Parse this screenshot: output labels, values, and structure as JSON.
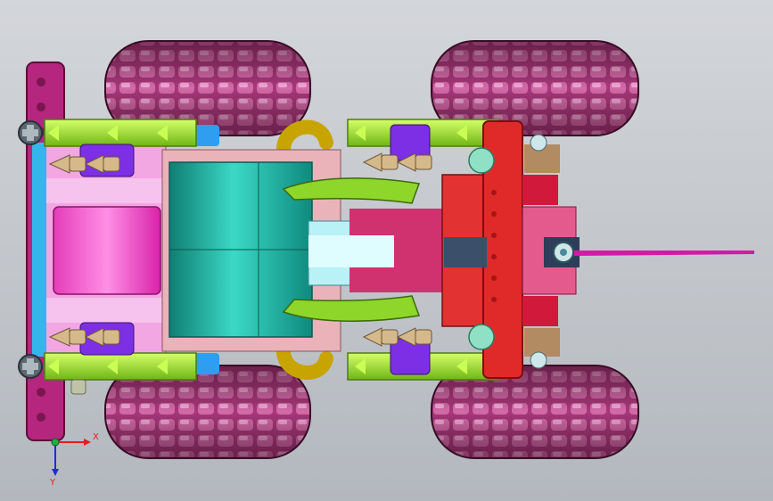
{
  "viewport": {
    "background_top": "#d3d6da",
    "background_bottom": "#b3b8be"
  },
  "model": {
    "parts": [
      "tire-front-left",
      "tire-front-right",
      "tire-rear-left",
      "tire-rear-right",
      "beam-left-magenta",
      "axle-lime-top",
      "axle-lime-bottom",
      "chassis-cyan-block",
      "red-frame",
      "antenna",
      "gears",
      "connector-pins"
    ],
    "colors": {
      "tire": "#b0447f",
      "tire_dark": "#5a1738",
      "lime": "#9fe52a",
      "teal": "#1aa99b",
      "red": "#e23030",
      "pink": "#f18bd8",
      "magenta": "#d21aa3",
      "purple": "#7a2be0",
      "blue": "#2c8fe8"
    }
  },
  "triad": {
    "x_label": "X",
    "y_label": "Y",
    "x_color": "#e02020",
    "y_color": "#1a2ed8"
  }
}
